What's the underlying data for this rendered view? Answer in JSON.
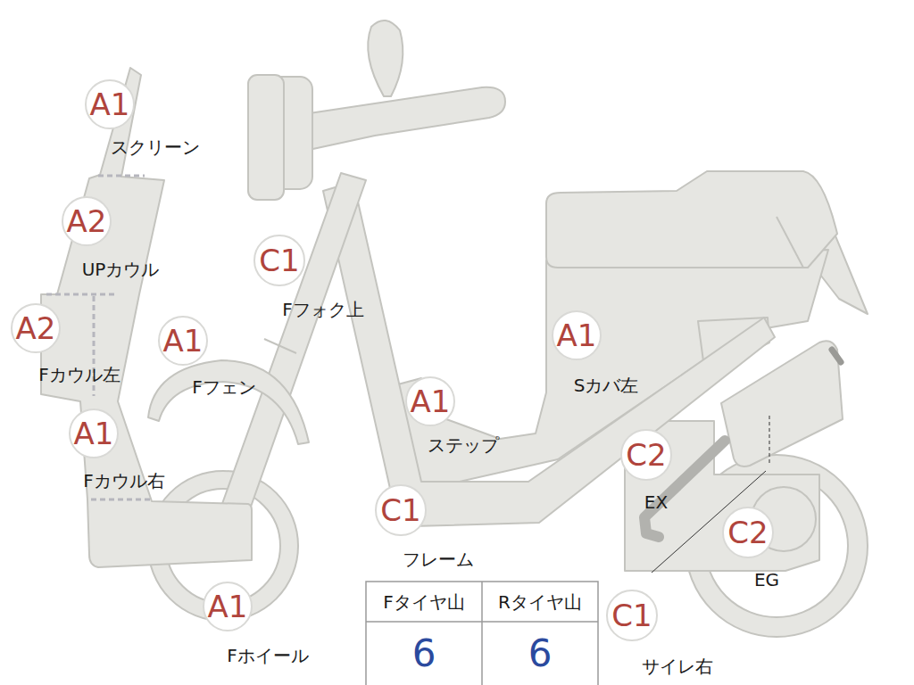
{
  "diagram": {
    "nodes": [
      {
        "text": [
          "A1",
          "スクリーン"
        ]
      },
      {
        "text": [
          "A2",
          "UPカウル"
        ]
      },
      {
        "text": [
          "C1",
          "Fフォク上"
        ]
      },
      {
        "text": [
          "A2",
          "Fカウル左"
        ]
      },
      {
        "text": [
          "A1",
          "Fフェン"
        ]
      },
      {
        "text": [
          "A1",
          "Sカバ左"
        ]
      },
      {
        "text": [
          "A1",
          "ステップ"
        ]
      },
      {
        "text": [
          "A1",
          "Fカウル右"
        ]
      },
      {
        "text": [
          "C2",
          "EX"
        ]
      },
      {
        "text": [
          "C1",
          "フレーム"
        ]
      },
      {
        "text": [
          "C2",
          "EG"
        ]
      },
      {
        "text": [
          "A1",
          "Fホイール"
        ]
      },
      {
        "text": [
          "C1",
          "サイレ右"
        ]
      }
    ],
    "labels": [
      "Fタイヤ山",
      "Rタイヤ山",
      "6",
      "6"
    ]
  }
}
